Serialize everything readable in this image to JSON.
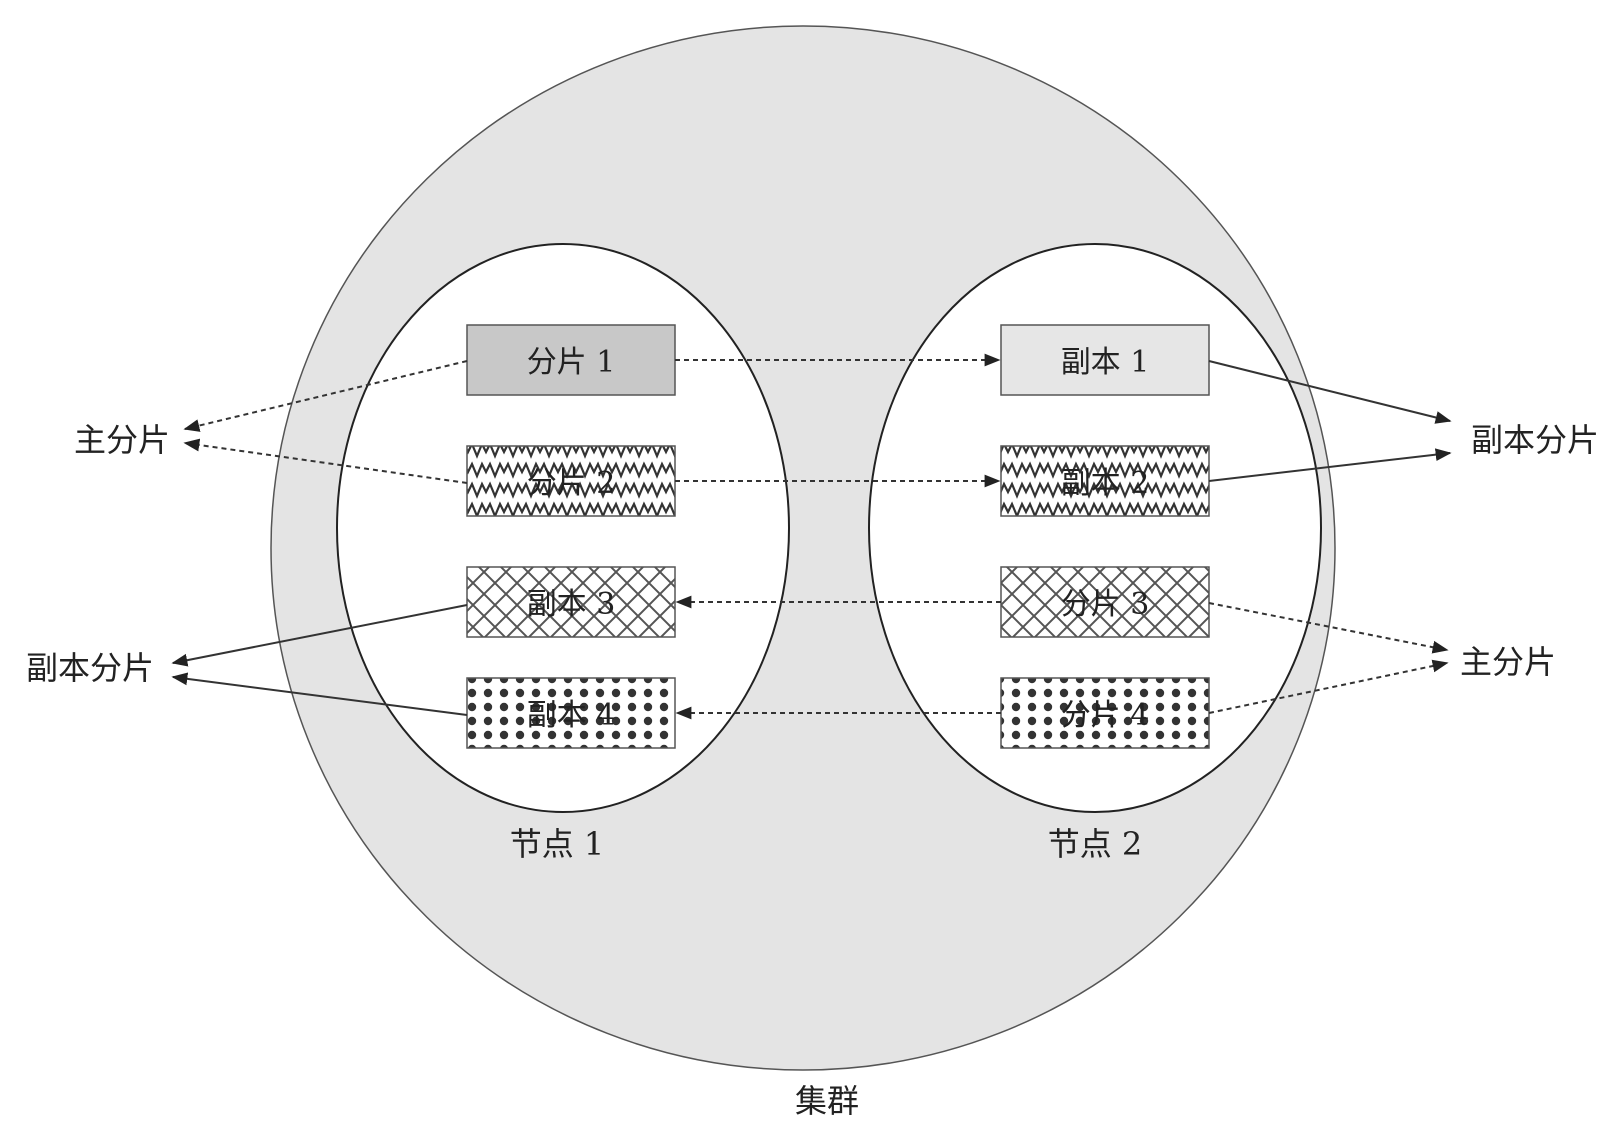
{
  "cluster": {
    "label": "集群"
  },
  "nodes": [
    {
      "label": "节点 1"
    },
    {
      "label": "节点 2"
    }
  ],
  "node1_boxes": [
    {
      "label": "分片 1",
      "pattern": "solid-dark"
    },
    {
      "label": "分片 2",
      "pattern": "zigzag"
    },
    {
      "label": "副本 3",
      "pattern": "crosshatch"
    },
    {
      "label": "副本 4",
      "pattern": "dots"
    }
  ],
  "node2_boxes": [
    {
      "label": "副本 1",
      "pattern": "solid-light"
    },
    {
      "label": "副本 2",
      "pattern": "zigzag"
    },
    {
      "label": "分片 3",
      "pattern": "crosshatch"
    },
    {
      "label": "分片 4",
      "pattern": "dots"
    }
  ],
  "side_labels": {
    "left_top": "主分片",
    "left_bottom": "副本分片",
    "right_top": "副本分片",
    "right_bottom": "主分片"
  },
  "colors": {
    "cluster_fill": "#e4e4e4",
    "node_fill": "#ffffff",
    "primary_dark": "#c8c8c8",
    "replica_light": "#e6e6e6"
  }
}
